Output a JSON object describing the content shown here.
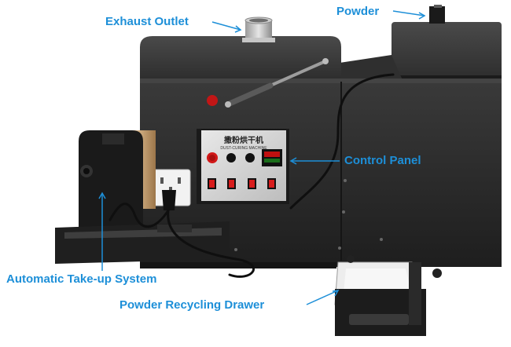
{
  "labels": {
    "exhaust_outlet": "Exhaust Outlet",
    "powder": "Powder",
    "control_panel": "Control Panel",
    "automatic_takeup": "Automatic Take-up System",
    "powder_recycling_drawer": "Powder Recycling Drawer"
  },
  "machine_panel": {
    "chinese_title": "撒粉烘干机",
    "english_title": "DUST-CURING MACHINE"
  },
  "colors": {
    "callout": "#1d8fd8",
    "machine_body": "#2a2a2a",
    "roll_core": "#c9a77a",
    "panel_plate": "#d9d9d9",
    "switch_red": "#d21a1a"
  }
}
